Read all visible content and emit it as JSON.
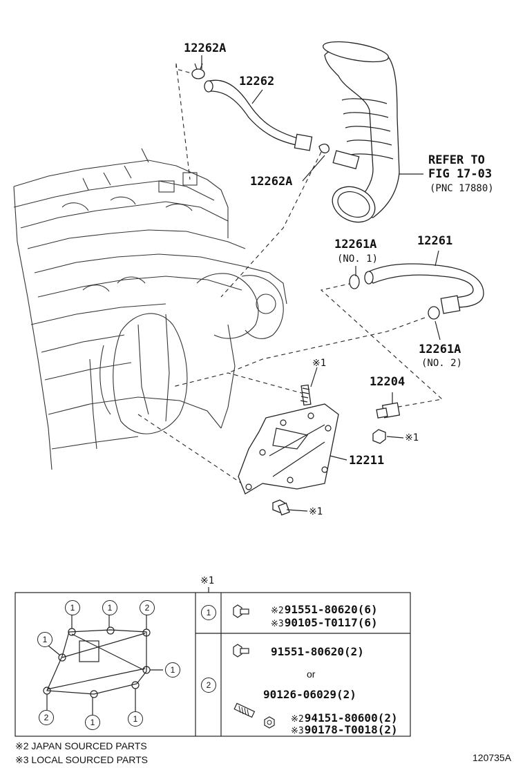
{
  "callouts": {
    "p12262A_top": "12262A",
    "p12262": "12262",
    "p12262A_mid": "12262A",
    "refer_line1": "REFER TO",
    "refer_line2": "FIG 17-03",
    "refer_line3": "(PNC 17880)",
    "p12261A_1": "12261A",
    "p12261A_1_sub": "(NO. 1)",
    "p12261": "12261",
    "p12261A_2": "12261A",
    "p12261A_2_sub": "(NO. 2)",
    "stud_mark": "※1",
    "p12204": "12204",
    "nut_mark": "※1",
    "p12211": "12211",
    "bolt_mark": "※1"
  },
  "table": {
    "header_mark": "※1",
    "row1": {
      "key": "1",
      "line1_mark": "※2",
      "line1_part": "91551-80620(6)",
      "line2_mark": "※3",
      "line2_part": "90105-T0117(6)"
    },
    "row2": {
      "key": "2",
      "line1_part": "91551-80620(2)",
      "or": "or",
      "line2_part": "90126-06029(2)",
      "line3_mark": "※2",
      "line3_part": "94151-80600(2)",
      "line4_mark": "※3",
      "line4_part": "90178-T0018(2)"
    },
    "key_markers": [
      "1",
      "1",
      "2",
      "1",
      "1",
      "2",
      "1",
      "1"
    ]
  },
  "footnotes": {
    "note2": "※2 JAPAN SOURCED PARTS",
    "note3": "※3 LOCAL SOURCED PARTS"
  },
  "figure_id": "120735A"
}
